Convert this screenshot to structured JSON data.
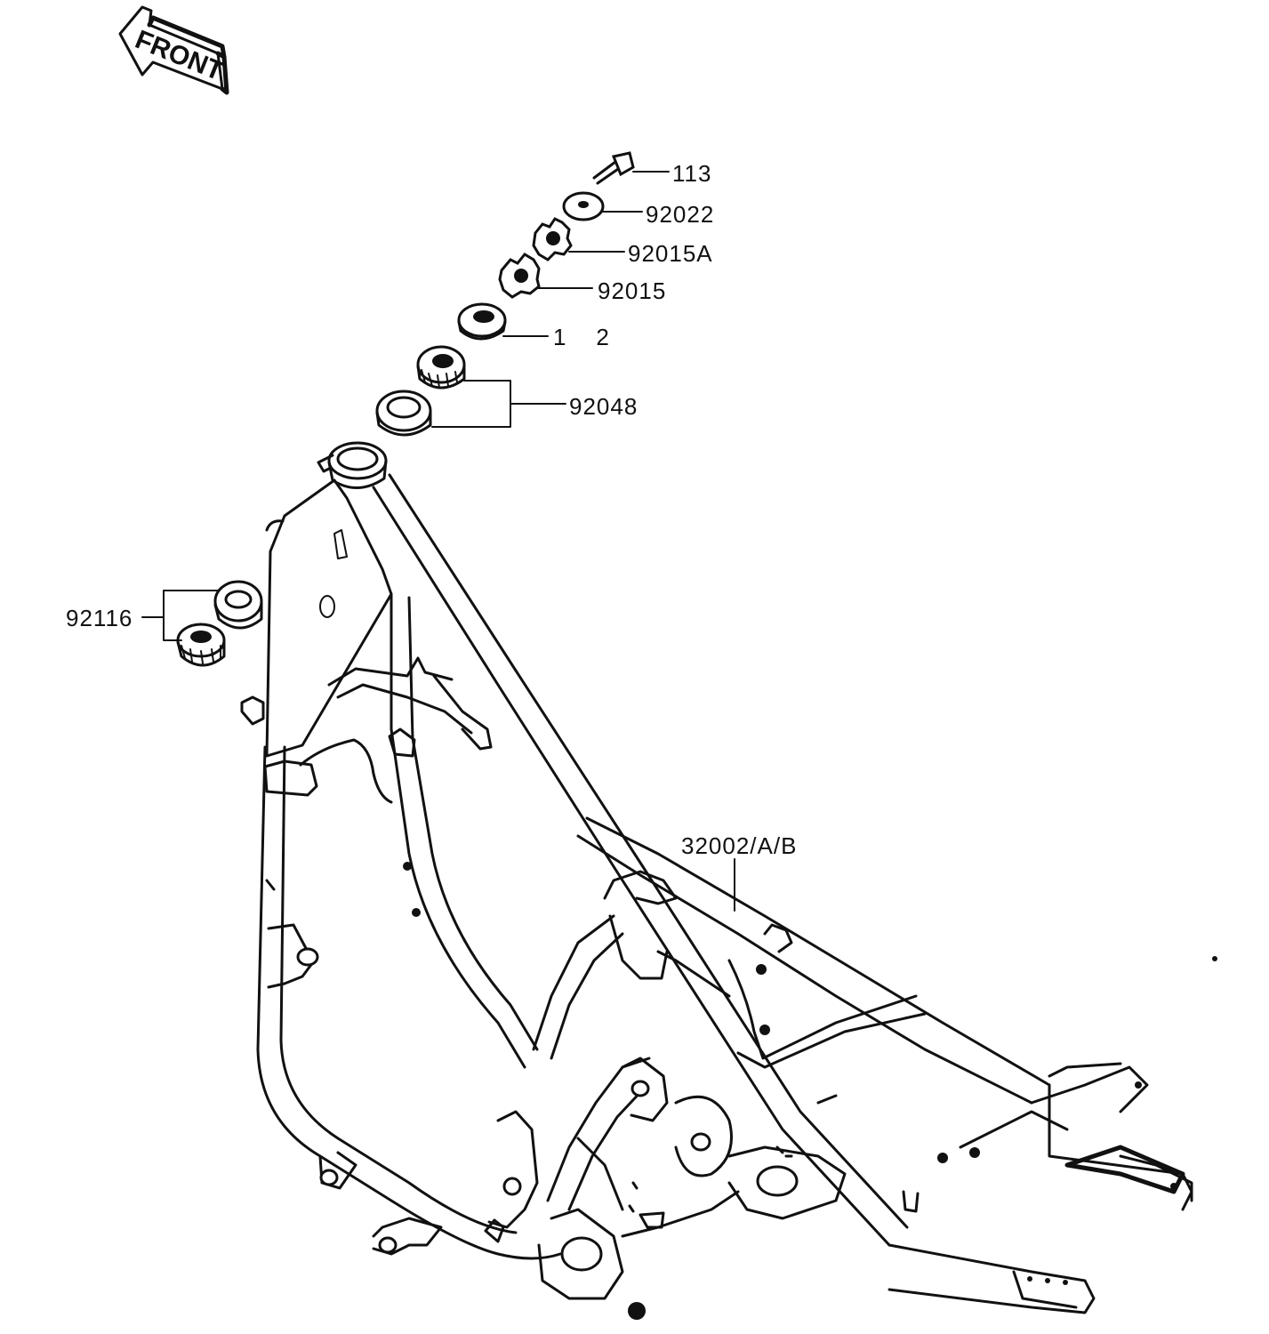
{
  "front_arrow": {
    "label": "FRONT"
  },
  "parts": [
    {
      "id": "113",
      "label": "113"
    },
    {
      "id": "92022",
      "label": "92022"
    },
    {
      "id": "92015A",
      "label": "92015A"
    },
    {
      "id": "92015",
      "label": "92015"
    },
    {
      "id": "11012",
      "label": "1    2"
    },
    {
      "id": "92048",
      "label": "92048"
    },
    {
      "id": "92116",
      "label": "92116"
    },
    {
      "id": "32002",
      "label": "32002/A/B"
    }
  ]
}
